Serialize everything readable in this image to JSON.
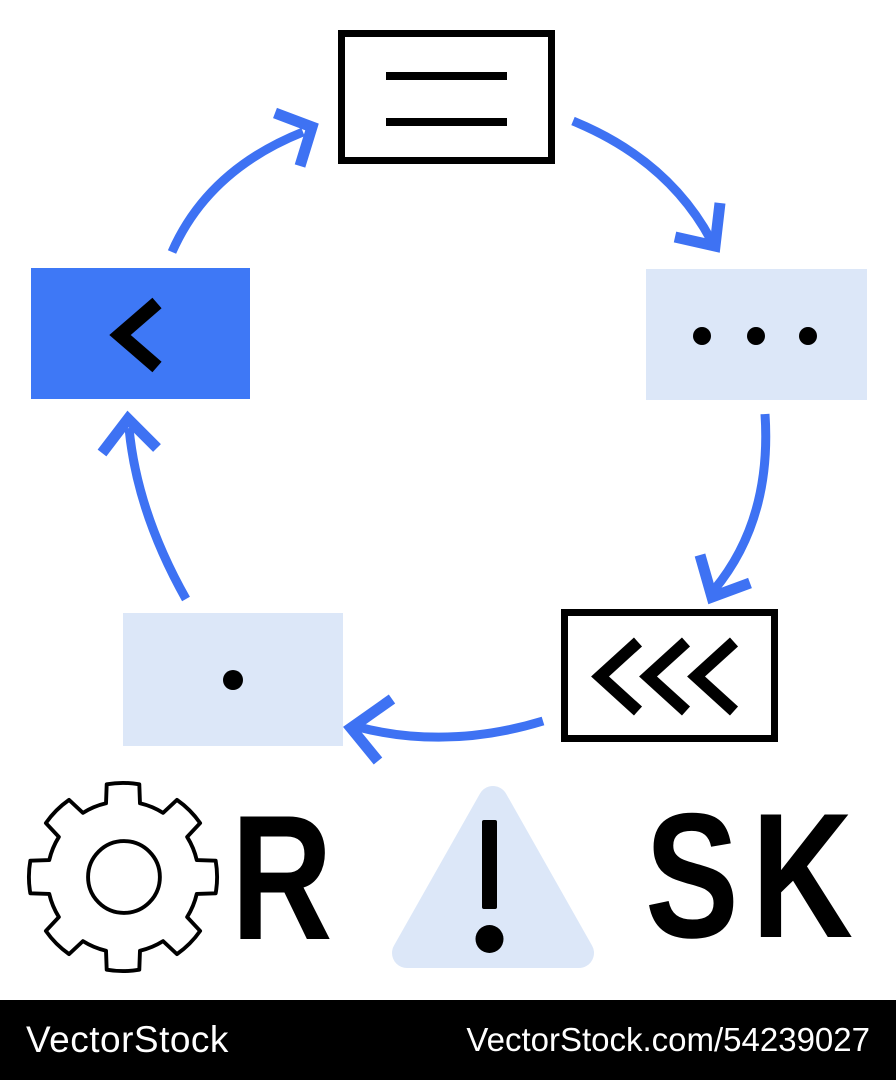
{
  "colors": {
    "background": "#FFFFFF",
    "accent_blue": "#3E78F6",
    "arrow_blue": "#3E72F3",
    "light_blue": "#DCE7F8",
    "ink": "#000000",
    "watermark_bg": "#000000",
    "watermark_text": "#FFFFFF"
  },
  "cycle": {
    "nodes": [
      {
        "id": "menu-box",
        "icon": "menu-lines-icon",
        "variant": "outlined-white"
      },
      {
        "id": "ellipsis-box",
        "icon": "ellipsis-icon",
        "variant": "light-blue"
      },
      {
        "id": "rewind-box",
        "icon": "triple-chevron-left-icon",
        "variant": "outlined-white"
      },
      {
        "id": "dot-box",
        "icon": "dot-icon",
        "variant": "light-blue"
      },
      {
        "id": "back-box",
        "icon": "chevron-left-icon",
        "variant": "solid-blue"
      }
    ],
    "arrows": [
      {
        "from": "back-box",
        "to": "menu-box"
      },
      {
        "from": "menu-box",
        "to": "ellipsis-box"
      },
      {
        "from": "ellipsis-box",
        "to": "rewind-box"
      },
      {
        "from": "rewind-box",
        "to": "dot-box"
      },
      {
        "from": "dot-box",
        "to": "back-box"
      }
    ]
  },
  "risk_word": {
    "word": "RISK",
    "r": "R",
    "exclamation": "!",
    "sk": "SK",
    "gear_icon": "gear-icon",
    "warning_icon": "warning-triangle-icon"
  },
  "watermark": {
    "brand": "VectorStock",
    "url": "VectorStock.com/54239027"
  }
}
